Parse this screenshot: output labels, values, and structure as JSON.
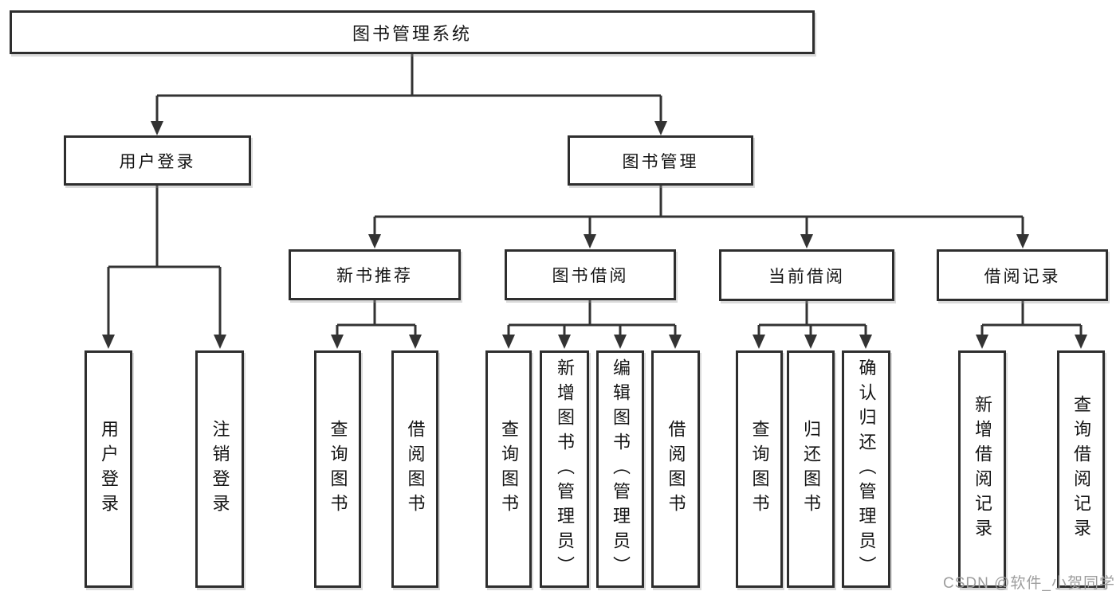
{
  "diagram_type": "hierarchy-tree",
  "colors": {
    "background": "#ffffff",
    "line": "#333333",
    "box_border": "#2e2e2e",
    "text": "#141414",
    "watermark": "#9e9e9e"
  },
  "tree": {
    "root": {
      "label": "图书管理系统",
      "children": [
        {
          "label": "用户登录",
          "children": [
            {
              "label": "用户登录"
            },
            {
              "label": "注销登录"
            }
          ]
        },
        {
          "label": "图书管理",
          "children": [
            {
              "label": "新书推荐",
              "children": [
                {
                  "label": "查询图书"
                },
                {
                  "label": "借阅图书"
                }
              ]
            },
            {
              "label": "图书借阅",
              "children": [
                {
                  "label": "查询图书"
                },
                {
                  "label": "新增图书（管理员）"
                },
                {
                  "label": "编辑图书（管理员）"
                },
                {
                  "label": "借阅图书"
                }
              ]
            },
            {
              "label": "当前借阅",
              "children": [
                {
                  "label": "查询图书"
                },
                {
                  "label": "归还图书"
                },
                {
                  "label": "确认归还（管理员）"
                }
              ]
            },
            {
              "label": "借阅记录",
              "children": [
                {
                  "label": "新增借阅记录"
                },
                {
                  "label": "查询借阅记录"
                }
              ]
            }
          ]
        }
      ]
    }
  },
  "watermark": {
    "text": "CSDN @软件_小贺同学"
  }
}
